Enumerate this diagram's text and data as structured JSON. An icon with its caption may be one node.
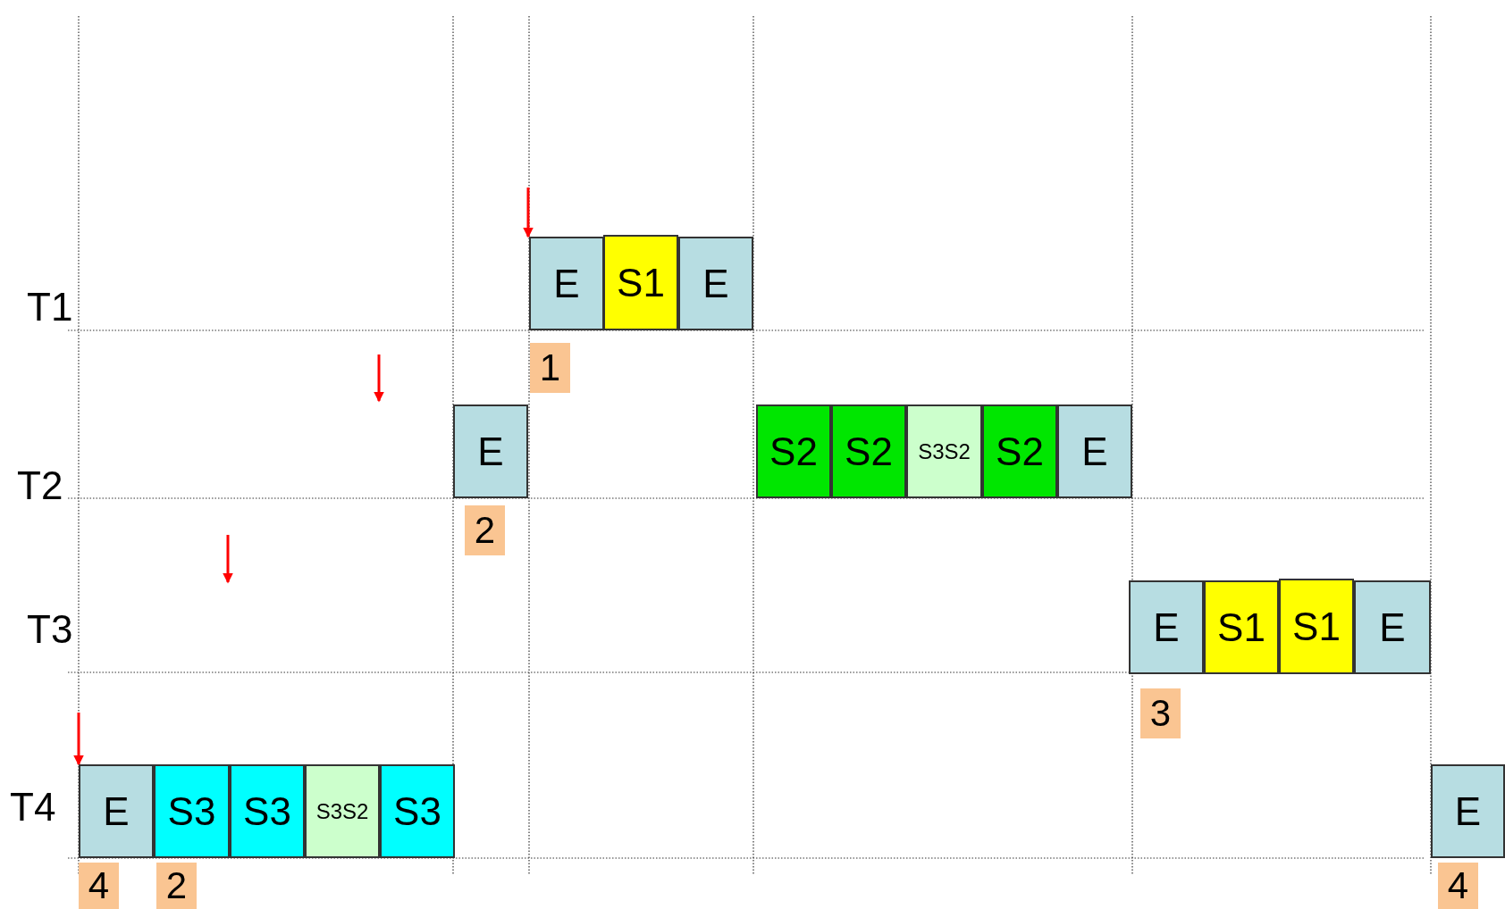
{
  "diagram": {
    "nodes": [
      {
        "text": [
          "E"
        ]
      },
      {
        "text": [
          "S1"
        ]
      },
      {
        "text": [
          "E"
        ]
      },
      {
        "text": [
          "1"
        ]
      },
      {
        "text": [
          "E"
        ]
      },
      {
        "text": [
          "S2"
        ]
      },
      {
        "text": [
          "S2"
        ]
      },
      {
        "text": [
          "S3S2"
        ]
      },
      {
        "text": [
          "S2"
        ]
      },
      {
        "text": [
          "E"
        ]
      },
      {
        "text": [
          "2"
        ]
      },
      {
        "text": [
          "E"
        ]
      },
      {
        "text": [
          "S1"
        ]
      },
      {
        "text": [
          "S1"
        ]
      },
      {
        "text": [
          "E"
        ]
      },
      {
        "text": [
          "3"
        ]
      },
      {
        "text": [
          "E"
        ]
      },
      {
        "text": [
          "S3"
        ]
      },
      {
        "text": [
          "S3"
        ]
      },
      {
        "text": [
          "S3S2"
        ]
      },
      {
        "text": [
          "S3"
        ]
      },
      {
        "text": [
          "E"
        ]
      },
      {
        "text": [
          "4"
        ]
      },
      {
        "text": [
          "2"
        ]
      },
      {
        "text": [
          "4"
        ]
      }
    ],
    "edges": [
      {
        "from": null,
        "to": 0,
        "arrow": "to"
      },
      {
        "from": null,
        "to": 16,
        "arrow": "to"
      }
    ],
    "labels": [
      "T1",
      "T2",
      "T3",
      "T4"
    ]
  }
}
